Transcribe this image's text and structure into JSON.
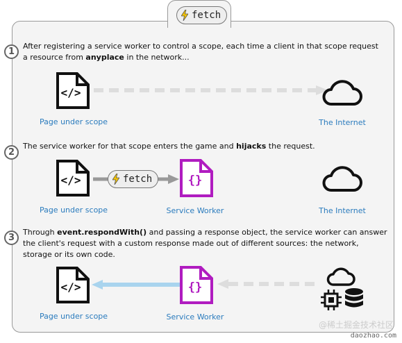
{
  "header": {
    "label": "fetch",
    "icon": "lightning-bolt-icon"
  },
  "steps": [
    {
      "number": "1",
      "text_parts": [
        "After registering a service worker to control a scope, each time a client in that scope request a resource from ",
        "anyplace",
        " in the network..."
      ],
      "nodes": {
        "page": "Page under scope",
        "internet": "The Internet"
      }
    },
    {
      "number": "2",
      "text_parts": [
        "The service worker for that scope enters the game and ",
        "hijacks",
        " the request."
      ],
      "pill": "fetch",
      "nodes": {
        "page": "Page under scope",
        "worker": "Service Worker",
        "internet": "The Internet"
      }
    },
    {
      "number": "3",
      "text_parts": [
        "Through ",
        "event.respondWith()",
        " and passing a response object, the service worker can answer the client's request with a custom response made out of different sources: the network, storage or its own code."
      ],
      "nodes": {
        "page": "Page under scope",
        "worker": "Service Worker"
      }
    }
  ],
  "colors": {
    "caption": "#2a7bbd",
    "worker_purple": "#b01cc0",
    "dashed_arrow": "#dddddd",
    "response_arrow": "#a9d4ee",
    "pill_arrow": "#999999"
  },
  "watermark": {
    "text": "@稀土掘金技术社区",
    "url": "daozhao.com"
  }
}
